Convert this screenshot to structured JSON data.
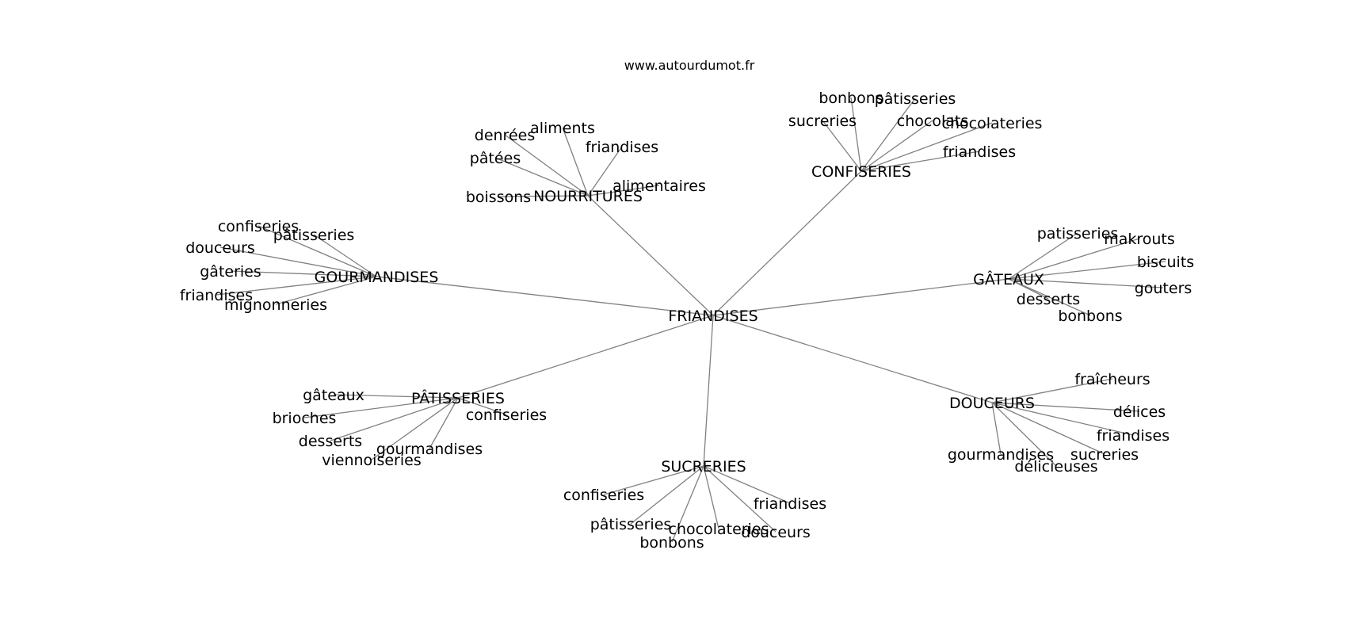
{
  "site": "www.autourdumot.fr",
  "center": "FRIANDISES",
  "groups": [
    {
      "hub": "NOURRITURES",
      "leaves": [
        "denrées",
        "aliments",
        "friandises",
        "pâtées",
        "boissons",
        "alimentaires"
      ]
    },
    {
      "hub": "CONFISERIES",
      "leaves": [
        "bonbons",
        "pâtisseries",
        "sucreries",
        "chocolats",
        "chocolateries",
        "friandises"
      ]
    },
    {
      "hub": "GOURMANDISES",
      "leaves": [
        "confiseries",
        "pâtisseries",
        "douceurs",
        "gâteries",
        "friandises",
        "mignonneries"
      ]
    },
    {
      "hub": "GÂTEAUX",
      "leaves": [
        "patisseries",
        "makrouts",
        "biscuits",
        "gouters",
        "desserts",
        "bonbons"
      ]
    },
    {
      "hub": "PÂTISSERIES",
      "leaves": [
        "gâteaux",
        "brioches",
        "confiseries",
        "desserts",
        "gourmandises",
        "viennoiseries"
      ]
    },
    {
      "hub": "DOUCEURS",
      "leaves": [
        "fraîcheurs",
        "délices",
        "friandises",
        "sucreries",
        "gourmandises",
        "délicieuses"
      ]
    },
    {
      "hub": "SUCRERIES",
      "leaves": [
        "confiseries",
        "friandises",
        "pâtisseries",
        "chocolateries",
        "douceurs",
        "bonbons"
      ]
    }
  ]
}
